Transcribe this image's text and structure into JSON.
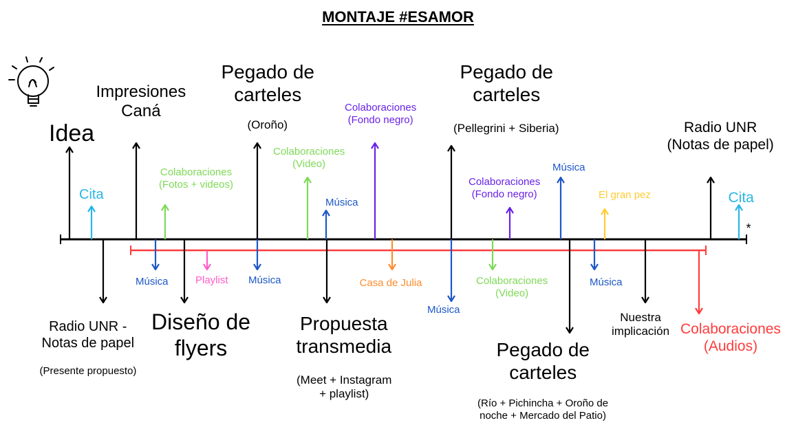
{
  "title": "MONTAJE #ESAMOR",
  "colors": {
    "black": "#000000",
    "red": "#ff3b3b",
    "blue": "#1c57c7",
    "cyan": "#29b6e6",
    "green": "#7ed957",
    "purple": "#6a22e6",
    "orange": "#ff8c2e",
    "pink": "#ff5cc8",
    "yellow": "#ffcc33"
  },
  "icons": [
    "lightbulb-icon",
    "asterisk-icon"
  ],
  "labels": {
    "idea": [
      "Idea"
    ],
    "cita_1": [
      "Cita"
    ],
    "impresiones": [
      "Impresiones",
      "Caná"
    ],
    "colab_fotos": [
      "Colaboraciones",
      "(Fotos + videos)"
    ],
    "pegado_1": [
      "Pegado de",
      "carteles"
    ],
    "pegado_1_sub": [
      "(Oroño)"
    ],
    "colab_video_1": [
      "Colaboraciones",
      "(Video)"
    ],
    "musica_up_1": [
      "Música"
    ],
    "colab_fondo_1": [
      "Colaboraciones",
      "(Fondo negro)"
    ],
    "pegado_2": [
      "Pegado de",
      "carteles"
    ],
    "pegado_2_sub": [
      "(Pellegrini + Siberia)"
    ],
    "colab_fondo_2": [
      "Colaboraciones",
      "(Fondo negro)"
    ],
    "musica_up_2": [
      "Música"
    ],
    "gran_pez": [
      "El gran pez"
    ],
    "radio_top": [
      "Radio UNR",
      "(Notas de papel)"
    ],
    "cita_2": [
      "Cita"
    ],
    "musica_dn_1": [
      "Música"
    ],
    "playlist": [
      "Playlist"
    ],
    "musica_dn_2": [
      "Música"
    ],
    "casa_julia": [
      "Casa de Julia"
    ],
    "musica_dn_3": [
      "Música"
    ],
    "colab_video_2": [
      "Colaboraciones",
      "(Video)"
    ],
    "musica_dn_4": [
      "Música"
    ],
    "radio_bottom": [
      "Radio UNR -",
      "Notas de papel"
    ],
    "radio_bottom_sub": [
      "(Presente propuesto)"
    ],
    "diseno": [
      "Diseño de",
      "flyers"
    ],
    "propuesta": [
      "Propuesta",
      "transmedia"
    ],
    "propuesta_sub": [
      "(Meet + Instagram",
      "+ playlist)"
    ],
    "pegado_3": [
      "Pegado de",
      "carteles"
    ],
    "pegado_3_sub": [
      "(Río + Pichincha + Oroño de",
      "noche + Mercado del Patio)"
    ],
    "nuestra": [
      "Nuestra",
      "implicación"
    ],
    "colab_audios": [
      "Colaboraciones",
      "(Audios)"
    ],
    "asterisk": [
      "*"
    ]
  }
}
